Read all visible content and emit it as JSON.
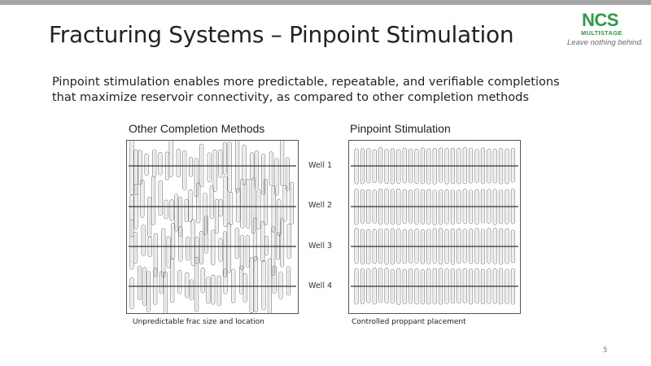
{
  "slide": {
    "title": "Fracturing Systems – Pinpoint Stimulation",
    "subtitle": "Pinpoint stimulation enables more predictable, repeatable, and verifiable completions that maximize reservoir connectivity, as compared to other completion methods",
    "page_number": "5"
  },
  "logo": {
    "brand": "NCS",
    "sub": "MULTISTAGE",
    "tagline": "Leave nothing behind.",
    "color": "#2f9a48"
  },
  "panels": [
    {
      "heading": "Other Completion Methods",
      "caption": "Unpredictable frac size and location"
    },
    {
      "heading": "Pinpoint Stimulation",
      "caption": "Controlled proppant placement"
    }
  ],
  "wells": [
    "Well 1",
    "Well 2",
    "Well 3",
    "Well 4"
  ],
  "colors": {
    "top_bar": "#a6a6a6",
    "frac_stroke": "#6e6e6e",
    "wellbore": "#333333"
  }
}
